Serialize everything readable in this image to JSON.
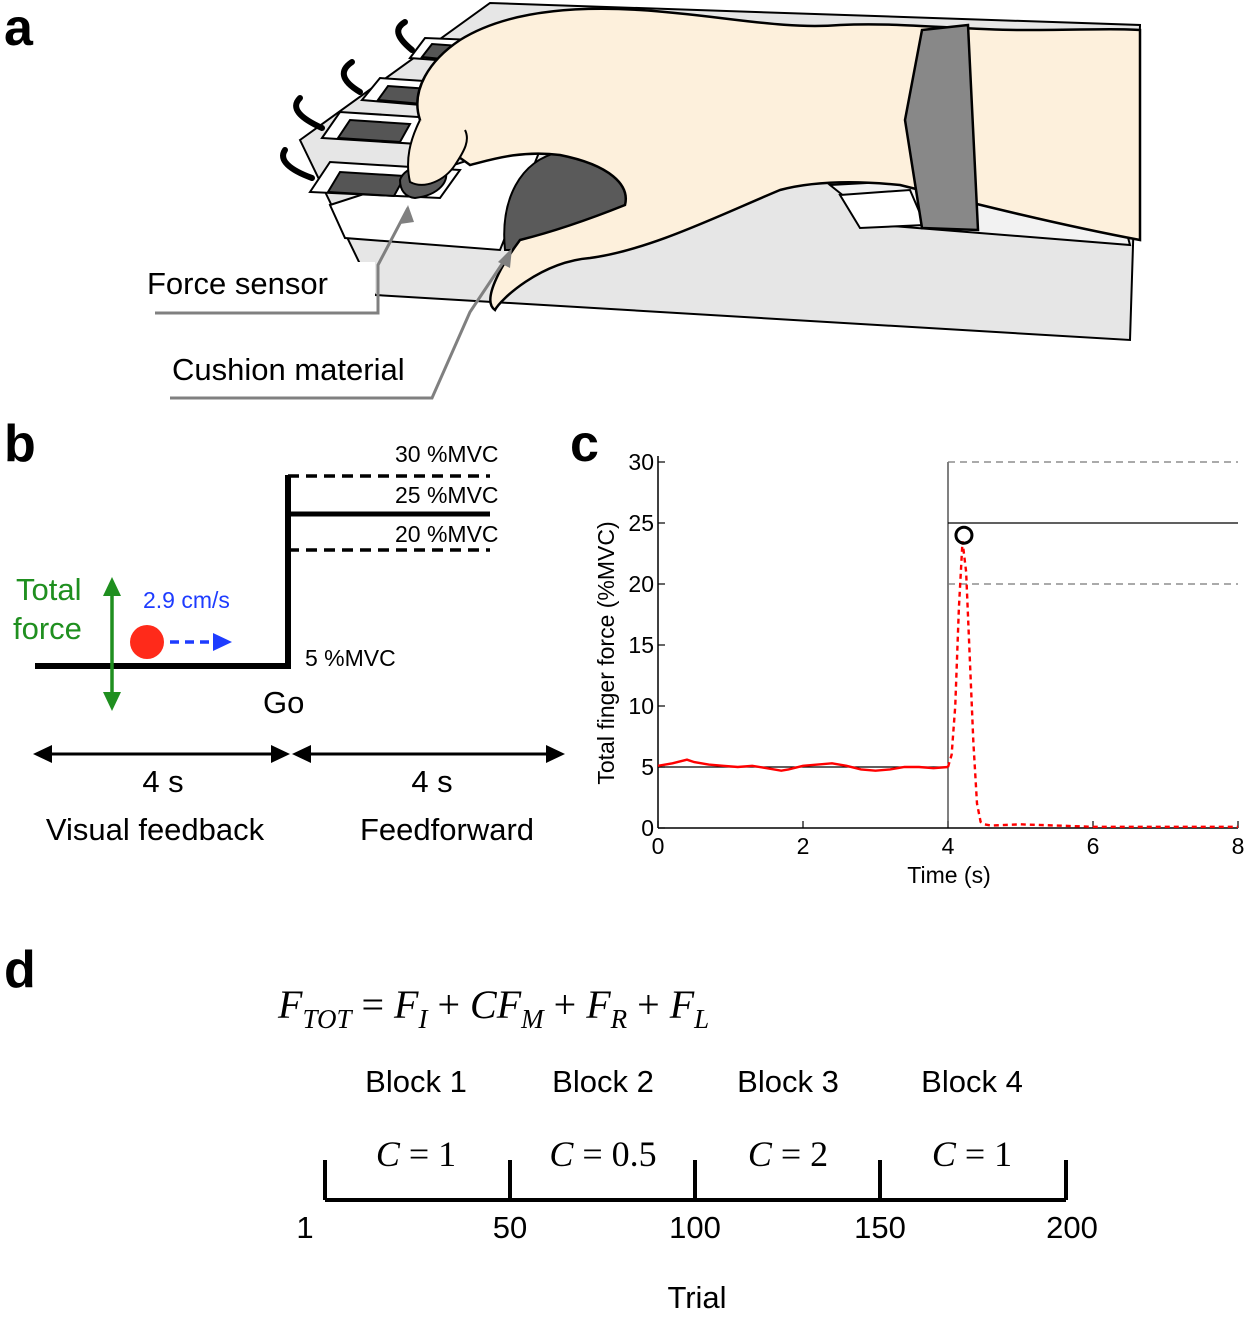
{
  "panels": {
    "a": {
      "letter": "a",
      "labels": {
        "force_sensor": "Force sensor",
        "cushion": "Cushion material"
      }
    },
    "b": {
      "letter": "b",
      "total_force_line1": "Total",
      "total_force_line2": "force",
      "speed": "2.9 cm/s",
      "levels": [
        "30 %MVC",
        "25 %MVC",
        "20 %MVC",
        "5 %MVC"
      ],
      "go": "Go",
      "durations": [
        "4 s",
        "4 s"
      ],
      "phases": [
        "Visual feedback",
        "Feedforward"
      ],
      "colors": {
        "force": "#1f8f1f",
        "speed": "#1e3cff",
        "cursor": "#ff2a1a"
      }
    },
    "c": {
      "letter": "c"
    },
    "d": {
      "letter": "d",
      "equation": {
        "lhs": "F",
        "lhs_sub": "TOT",
        "terms": [
          {
            "coef": "",
            "sym": "F",
            "sub": "I"
          },
          {
            "coef": "C",
            "sym": "F",
            "sub": "M"
          },
          {
            "coef": "",
            "sym": "F",
            "sub": "R"
          },
          {
            "coef": "",
            "sym": "F",
            "sub": "L"
          }
        ]
      },
      "blocks": [
        {
          "name": "Block 1",
          "c_var": "C",
          "c_val": "1"
        },
        {
          "name": "Block 2",
          "c_var": "C",
          "c_val": "0.5"
        },
        {
          "name": "Block 3",
          "c_var": "C",
          "c_val": "2"
        },
        {
          "name": "Block 4",
          "c_var": "C",
          "c_val": "1"
        }
      ],
      "trial_ticks": [
        "1",
        "50",
        "100",
        "150",
        "200"
      ],
      "axis_label": "Trial"
    }
  },
  "chart_data": {
    "type": "line",
    "xlabel": "Time (s)",
    "ylabel": "Total finger force (%MVC)",
    "xlim": [
      0,
      8
    ],
    "ylim": [
      0,
      30
    ],
    "xticks": [
      0,
      2,
      4,
      6,
      8
    ],
    "yticks": [
      0,
      5,
      10,
      15,
      20,
      25,
      30
    ],
    "target_lines": [
      {
        "y": 30,
        "x_start": 4,
        "style": "dashed"
      },
      {
        "y": 25,
        "x_start": 4,
        "style": "solid"
      },
      {
        "y": 20,
        "x_start": 4,
        "style": "dashed"
      },
      {
        "y": 5,
        "x_start": 0,
        "x_end": 4,
        "style": "solid"
      }
    ],
    "go_time": 4,
    "series": [
      {
        "style": "solid",
        "color": "#ff0000",
        "x": [
          0,
          0.2,
          0.4,
          0.5,
          0.7,
          0.9,
          1.1,
          1.3,
          1.5,
          1.7,
          1.8,
          2.0,
          2.2,
          2.4,
          2.6,
          2.8,
          3.0,
          3.2,
          3.4,
          3.6,
          3.8,
          4.0
        ],
        "y": [
          5.1,
          5.3,
          5.6,
          5.4,
          5.2,
          5.1,
          5.0,
          5.1,
          4.9,
          4.7,
          4.8,
          5.1,
          5.2,
          5.3,
          5.1,
          4.8,
          4.7,
          4.8,
          5.0,
          5.0,
          4.9,
          5.0
        ]
      },
      {
        "style": "dashed",
        "color": "#ff0000",
        "x": [
          4.0,
          4.05,
          4.1,
          4.15,
          4.2,
          4.25,
          4.3,
          4.35,
          4.4,
          4.45,
          4.5,
          4.6,
          5.0,
          5.5,
          6.0,
          7.0,
          8.0
        ],
        "y": [
          5.0,
          6.0,
          10.0,
          18.0,
          23.5,
          21.0,
          14.0,
          7.0,
          2.0,
          0.5,
          0.3,
          0.2,
          0.3,
          0.2,
          0.1,
          0.1,
          0.1
        ]
      }
    ],
    "peak": {
      "x": 4.22,
      "y": 24
    }
  }
}
